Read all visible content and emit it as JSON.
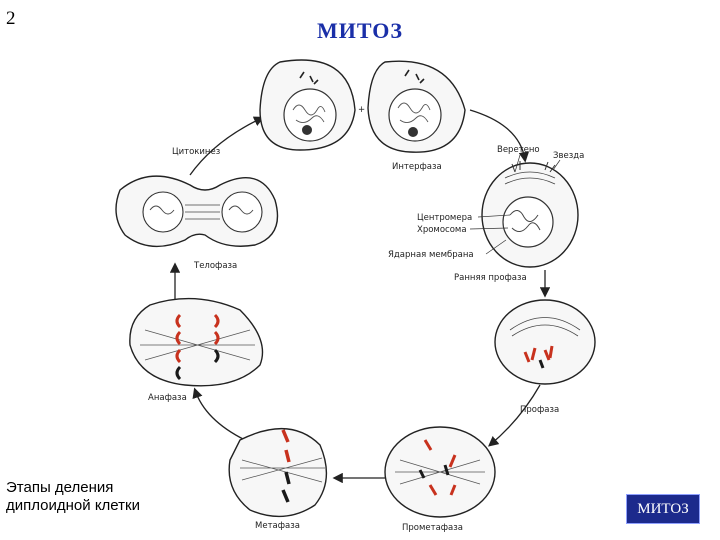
{
  "slide": {
    "number": "2",
    "title": "МИТОЗ"
  },
  "caption": {
    "line1": "Этапы деления",
    "line2": "диплоидной клетки"
  },
  "nav_button": {
    "label": "МИТОЗ"
  },
  "colors": {
    "title": "#1a2fa8",
    "chromosome_red": "#c8321e",
    "chromosome_dark": "#1a1a1a",
    "button_bg": "#1c2a8c"
  },
  "stages": {
    "cytokinesis": "Цитокинез",
    "interphase": "Интерфаза",
    "early_prophase": "Ранняя профаза",
    "prophase": "Профаза",
    "prometaphase": "Прометафаза",
    "metaphase": "Метафаза",
    "anaphase": "Анафаза",
    "telophase": "Телофаза"
  },
  "structures": {
    "spindle": "Веретено",
    "centrosome_star": "Звезда",
    "centromere": "Центромера",
    "chromosome": "Хромосома",
    "nuclear_membrane": "Ядарная мембрана"
  }
}
